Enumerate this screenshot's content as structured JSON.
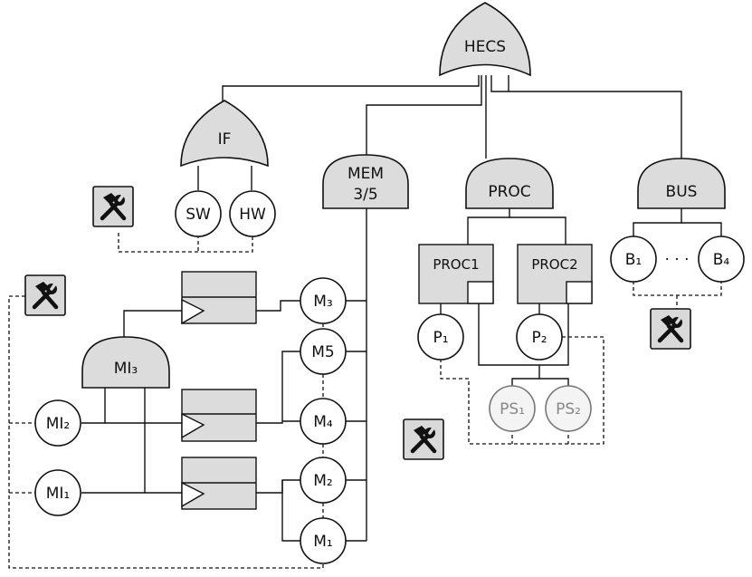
{
  "gates": {
    "top": "HECS",
    "interface": "IF",
    "memory": "MEM",
    "memory_vote": "3/5",
    "processors": "PROC",
    "bus": "BUS",
    "memory_interfaces": "MI₃"
  },
  "spares": {
    "proc1": "PROC1",
    "proc2": "PROC2"
  },
  "events": {
    "sw": "SW",
    "hw": "HW",
    "m1": "M₁",
    "m2": "M₂",
    "m3": "M₃",
    "m4": "M₄",
    "m5": "M5",
    "mi1": "MI₁",
    "mi2": "MI₂",
    "p1": "P₁",
    "p2": "P₂",
    "ps1": "PS₁",
    "ps2": "PS₂",
    "b1": "B₁",
    "b4": "B₄",
    "bus_ellipsis": "· · ·"
  },
  "repair_units": {
    "icon": "hammer-wrench-icon",
    "count": 4
  },
  "colors": {
    "gate_fill": "#dcdcdc",
    "stroke": "#111111",
    "spare_event_stroke": "#777777"
  }
}
